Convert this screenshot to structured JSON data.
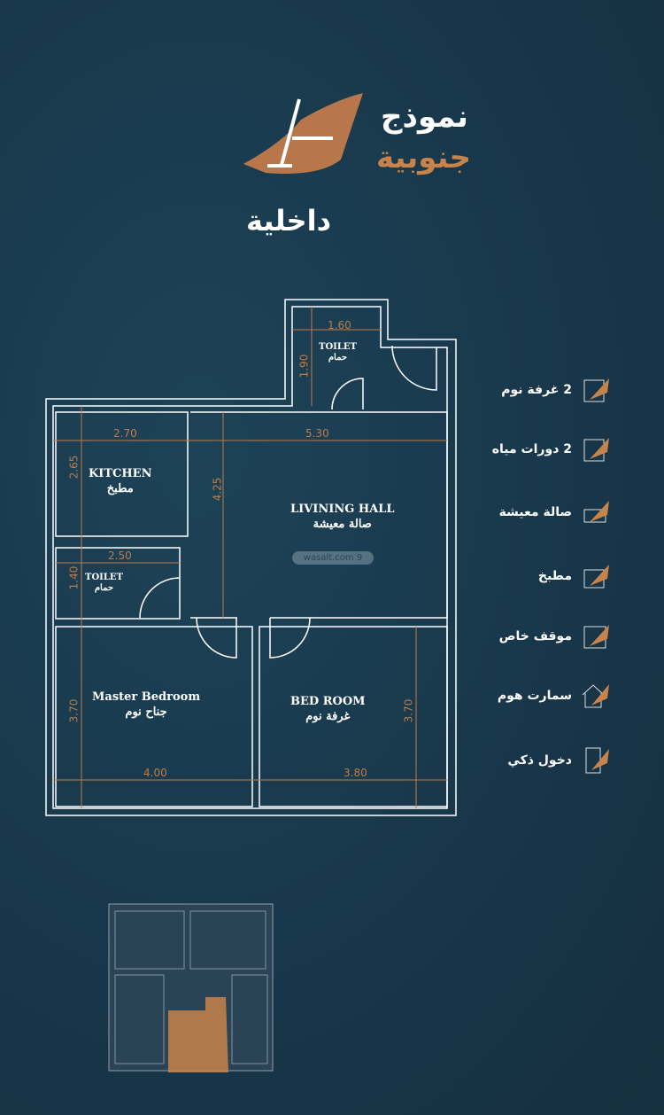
{
  "header": {
    "title_line1": "نموذج",
    "title_line2": "جنوبية",
    "subtitle": "داخلية"
  },
  "colors": {
    "background": "#193a4e",
    "accent": "#c8834a",
    "walls": "#ffffff"
  },
  "plan": {
    "rooms": [
      {
        "en": "TOILET",
        "ar": "حمام"
      },
      {
        "en": "KITCHEN",
        "ar": "مطبخ"
      },
      {
        "en": "LIVINING HALL",
        "ar": "صالة معيشة"
      },
      {
        "en": "TOILET",
        "ar": "حمام"
      },
      {
        "en": "Master Bedroom",
        "ar": "جناح نوم"
      },
      {
        "en": "BED ROOM",
        "ar": "غرفة نوم"
      }
    ],
    "dimensions": {
      "toilet1_w": "1.60",
      "toilet1_h": "1.90",
      "kitchen_w": "2.70",
      "hall_w": "5.30",
      "kitchen_h": "2.65",
      "hall_h": "4.25",
      "toilet2_w": "2.50",
      "toilet2_h": "1.40",
      "master_h": "3.70",
      "bed_h": "3.70",
      "master_w": "4.00",
      "bed_w": "3.80"
    },
    "watermark": "wasalt.com 9"
  },
  "features": [
    {
      "label": "2 غرفة نوم",
      "icon": "bedroom-icon"
    },
    {
      "label": "2 دورات مياه",
      "icon": "bathroom-icon"
    },
    {
      "label": "صالة معيشة",
      "icon": "living-room-icon"
    },
    {
      "label": "مطبخ",
      "icon": "kitchen-icon"
    },
    {
      "label": "موقف خاص",
      "icon": "parking-icon"
    },
    {
      "label": "سمارت هوم",
      "icon": "smart-home-icon"
    },
    {
      "label": "دخول ذكي",
      "icon": "smart-entry-icon"
    }
  ]
}
